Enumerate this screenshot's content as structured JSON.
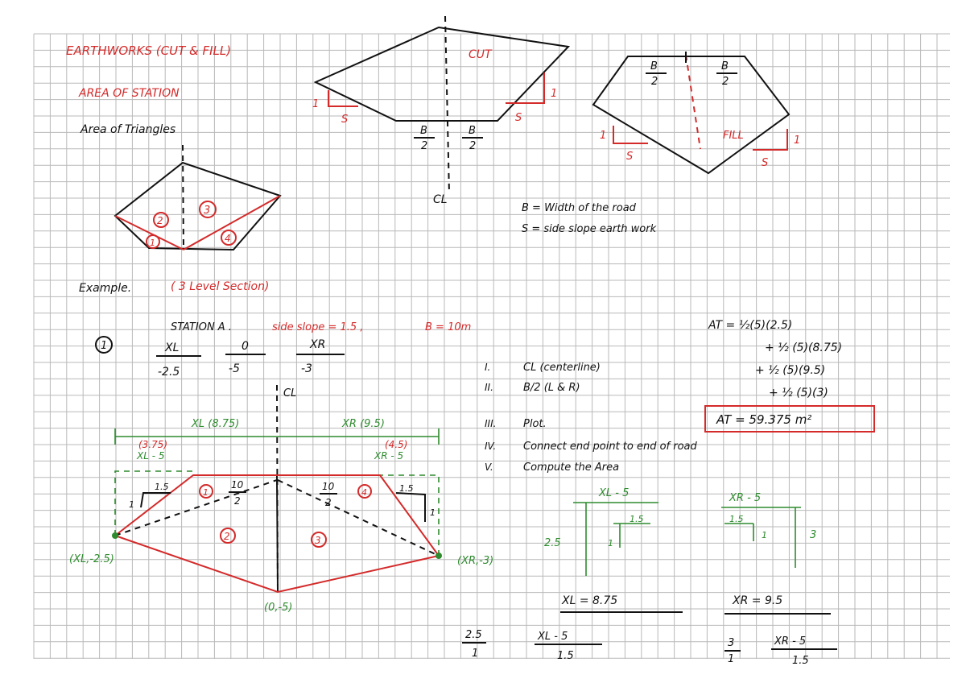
{
  "colors": {
    "grid": "#b9b9b9",
    "red": "#d42a2a",
    "black": "#111111",
    "green": "#2e8b2e",
    "paper": "#ffffff"
  },
  "header": {
    "title": "EARTHWORKS (CUT & FILL)",
    "subtitle": "AREA OF STATION",
    "area_of_triangles": "Area of Triangles"
  },
  "triangle_diagram": {
    "labels": [
      "1",
      "2",
      "3",
      "4"
    ]
  },
  "cut_section": {
    "label": "CUT",
    "half_width_top": "B",
    "half_width_bottom": "2",
    "slope_rise": "1",
    "slope_run": "S",
    "centerline": "CL"
  },
  "fill_section": {
    "label": "FILL",
    "half_width_top": "B",
    "half_width_bottom": "2",
    "slope_rise": "1",
    "slope_run": "S"
  },
  "legend": {
    "b_def": "B = Width of the road",
    "s_def": "S = side slope earth work"
  },
  "example": {
    "heading": "Example.",
    "heading_type": "( 3 Level Section)",
    "station": "STATION A .",
    "side_slope": "side slope = 1.5 ,",
    "width": "B = 10m",
    "item_number": "1",
    "cols": [
      {
        "top": "XL",
        "bottom": "-2.5"
      },
      {
        "top": "0",
        "bottom": "-5"
      },
      {
        "top": "XR",
        "bottom": "-3"
      }
    ]
  },
  "steps": [
    {
      "num": "I.",
      "text": "CL (centerline)"
    },
    {
      "num": "II.",
      "text": "B/2 (L & R)"
    },
    {
      "num": "III.",
      "text": "Plot."
    },
    {
      "num": "IV.",
      "text": "Connect end point to end of road"
    },
    {
      "num": "V.",
      "text": "Compute the Area"
    }
  ],
  "area_calc": {
    "line1": "AT = ½(5)(2.5)",
    "line2": "+ ½ (5)(8.75)",
    "line3": "+ ½ (5)(9.5)",
    "line4": "+ ½ (5)(3)",
    "result": "AT = 59.375 m²"
  },
  "section_plot": {
    "centerline": "CL",
    "xl_dist": "XL (8.75)",
    "xr_dist": "XR (9.5)",
    "xl_minus": "XL - 5",
    "xl_minus_val": "(3.75)",
    "xr_minus": "XR - 5",
    "xr_minus_val": "(4.5)",
    "half_l_top": "10",
    "half_l_bottom": "2",
    "half_r_top": "10",
    "half_r_bottom": "2",
    "slope_l_run": "1.5",
    "slope_l_rise": "1",
    "slope_r_run": "1.5",
    "slope_r_rise": "1",
    "tri_labels": [
      "1",
      "2",
      "3",
      "4"
    ],
    "pt_left": "(XL,-2.5)",
    "pt_center": "(0,-5)",
    "pt_right": "(XR,-3)"
  },
  "ratio_left": {
    "header": "XL - 5",
    "rise": "2.5",
    "slope": "1.5",
    "unit": "1",
    "result": "XL = 8.75",
    "eq_lhs_top": "2.5",
    "eq_lhs_bottom": "1",
    "eq_rhs_top": "XL - 5",
    "eq_rhs_bottom": "1.5"
  },
  "ratio_right": {
    "header": "XR - 5",
    "slope_top": "1.5",
    "unit": "1",
    "rise": "3",
    "result": "XR = 9.5",
    "eq_lhs_top": "3",
    "eq_lhs_bottom": "1",
    "eq_rhs_top": "XR - 5",
    "eq_rhs_bottom": "1.5"
  }
}
